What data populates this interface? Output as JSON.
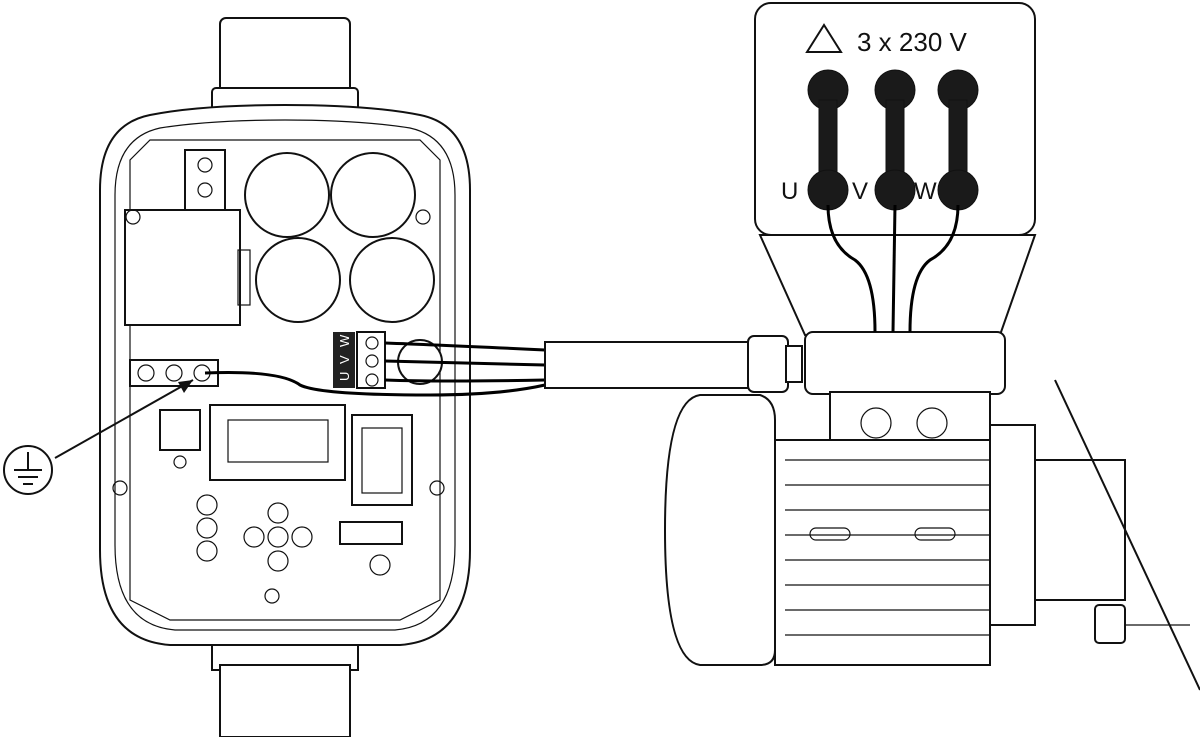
{
  "supply_box": {
    "symbol": "delta-triangle",
    "voltage_label": "3 x 230 V",
    "terminals": [
      "U",
      "V",
      "W"
    ]
  },
  "controller": {
    "terminal_block_labels": [
      "U",
      "V",
      "W"
    ]
  },
  "ground": {
    "symbol": "earth-ground"
  }
}
